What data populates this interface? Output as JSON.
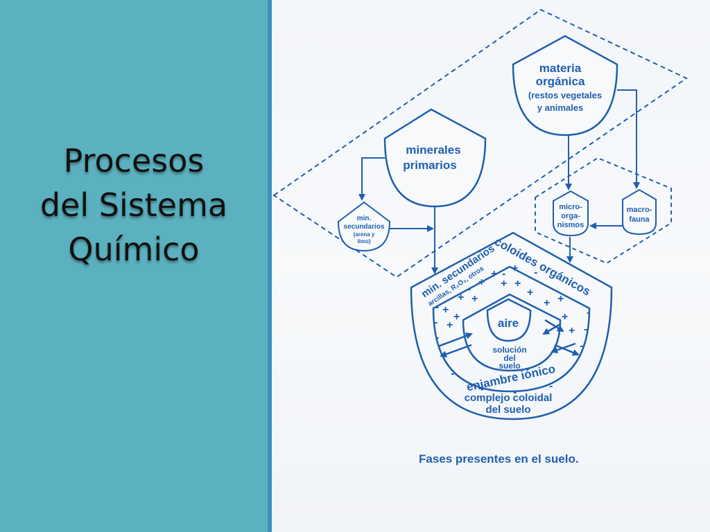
{
  "slide": {
    "title_lines": [
      "Procesos",
      "del Sistema",
      "Químico"
    ]
  },
  "diagram": {
    "materia_organica": [
      "materia",
      "orgánica",
      "(restos vegetales",
      "y animales"
    ],
    "minerales_primarios": [
      "minerales",
      "primarios"
    ],
    "min_secundarios_small": [
      "min.",
      "secundarios",
      "(arena y",
      "limo)"
    ],
    "microorganismos": [
      "micro-",
      "orga-",
      "nismos"
    ],
    "macrofauna": [
      "macro-",
      "fauna"
    ],
    "min_secundarios_arc": "min. secundarios",
    "arcillas": "arcillas, R₂O₃, otros",
    "coloides_organicos": "coloides orgánicos",
    "aire": "aire",
    "solucion_suelo": [
      "solución",
      "del",
      "suelo"
    ],
    "enjambre_ionico": "enjambre iónico",
    "complejo_coloidal": [
      "complejo coloidal",
      "del suelo"
    ],
    "caption": "Fases presentes en el suelo.",
    "plus_sign": "+",
    "minus_sign": "-"
  },
  "colors": {
    "ink": "#1f5fae",
    "panel": "#5bb1bf",
    "divider": "#3e8fc4"
  }
}
